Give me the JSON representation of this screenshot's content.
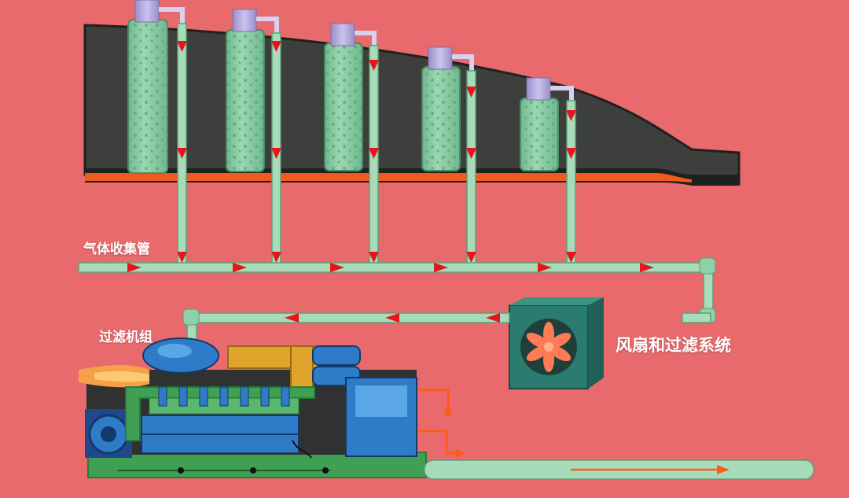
{
  "labels": {
    "gas_collection_pipe": "气体收集管",
    "fan_and_filter_system": "风扇和过滤系统",
    "filter_unit": "过滤机组"
  },
  "colors": {
    "background": "#e86a6c",
    "landfill_body": "#3c3f3c",
    "liner": "#f05a1c",
    "well": "#8fd0a8",
    "pipe": "#a8dcb8",
    "flow_arrow": "#e8141c",
    "fan_housing": "#2a7c70",
    "fan_blades": "#ff7a55",
    "engine_blue": "#2e7cc8",
    "engine_green": "#3fa054",
    "exhaust_arrow": "#ff5a1a"
  }
}
